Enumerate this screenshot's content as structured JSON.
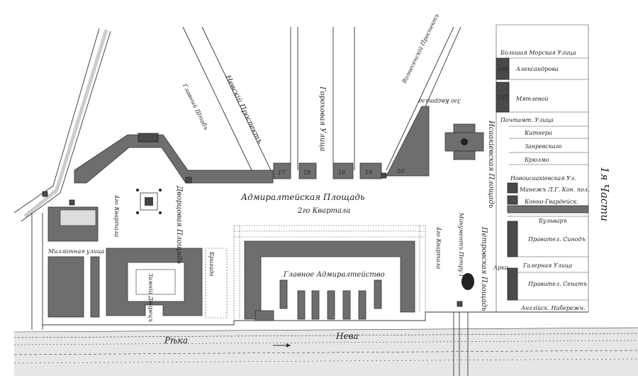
{
  "map": {
    "side_title": "1я Части",
    "labels": {
      "admiralty_square": "Адмиралтейская Площадь",
      "quarter_2": "2го Квартала",
      "main_admiralty": "Главное Адмиралтейство",
      "river": "Рѣка",
      "neva": "Нева",
      "nevsky": "Невскій Проспектъ",
      "gorokhovaya": "Гороховая Улица",
      "voznesensky": "Вознесенскій Проспектъ",
      "bolshaya_morskaya": "Большая Морская Улица",
      "pochtamtskaya": "Почтамт. Улица",
      "novoisaakievskaya": "Новоисаакіевская Ул.",
      "boulevard": "Бульваръ",
      "galernaya": "Галерная Улица",
      "english_embankment": "Англійск. Набережн.",
      "isaakievskaya_square": "Исаакіевская Площадь",
      "petrovskaya_square": "Петровская Площадь",
      "dvortsovaya_square": "Дворцовая Площадь",
      "quarter_3": "3го Квартала",
      "quarter_4a": "4го Квартала",
      "quarter_4b": "4го Квартала",
      "winter_palace": "Зимній Дворецъ",
      "millionnaya": "Милліонная улица",
      "alexandrova": "Александрова",
      "myatleva": "Мятлевой",
      "kitnera": "Китнера",
      "zanrevskago": "Занревскаго",
      "brulmo": "Брюлмо",
      "manege": "Манежъ Л.Г. Кон. пол.",
      "horse_guards": "Конно-Гвардейск.",
      "senate_pravit1": "Правител. Синодъ",
      "senate_pravit2": "Правител. Сенатъ",
      "general_staff": "Главный Штабъ",
      "brigade": "Бригада",
      "monument": "Монументъ Петру I",
      "chapel": "Арка",
      "num_168": "168",
      "num_167": "167",
      "num_1a": "17",
      "num_1b": "18",
      "num_1c": "16",
      "num_1d": "19",
      "num_20": "20"
    }
  }
}
